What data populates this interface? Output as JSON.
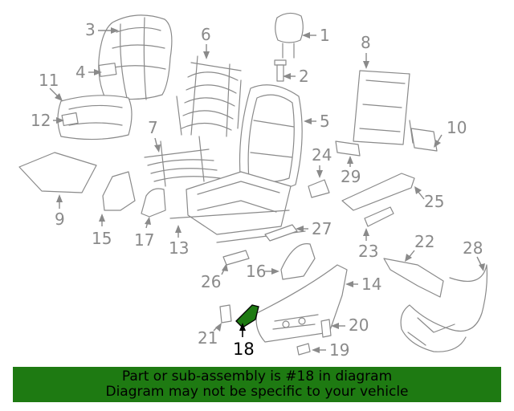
{
  "diagram": {
    "callouts": [
      "1",
      "2",
      "3",
      "4",
      "5",
      "6",
      "7",
      "8",
      "9",
      "10",
      "11",
      "12",
      "13",
      "14",
      "15",
      "16",
      "17",
      "18",
      "19",
      "20",
      "21",
      "22",
      "23",
      "24",
      "25",
      "26",
      "27",
      "28",
      "29"
    ],
    "highlight_callout": "18",
    "highlight_color": "#1e7a12",
    "line_color": "#8a8a8a"
  },
  "banner": {
    "background_color": "#1e7a12",
    "line1": "Part or sub-assembly is #18 in diagram",
    "line2": "Diagram may not be specific to your vehicle"
  }
}
